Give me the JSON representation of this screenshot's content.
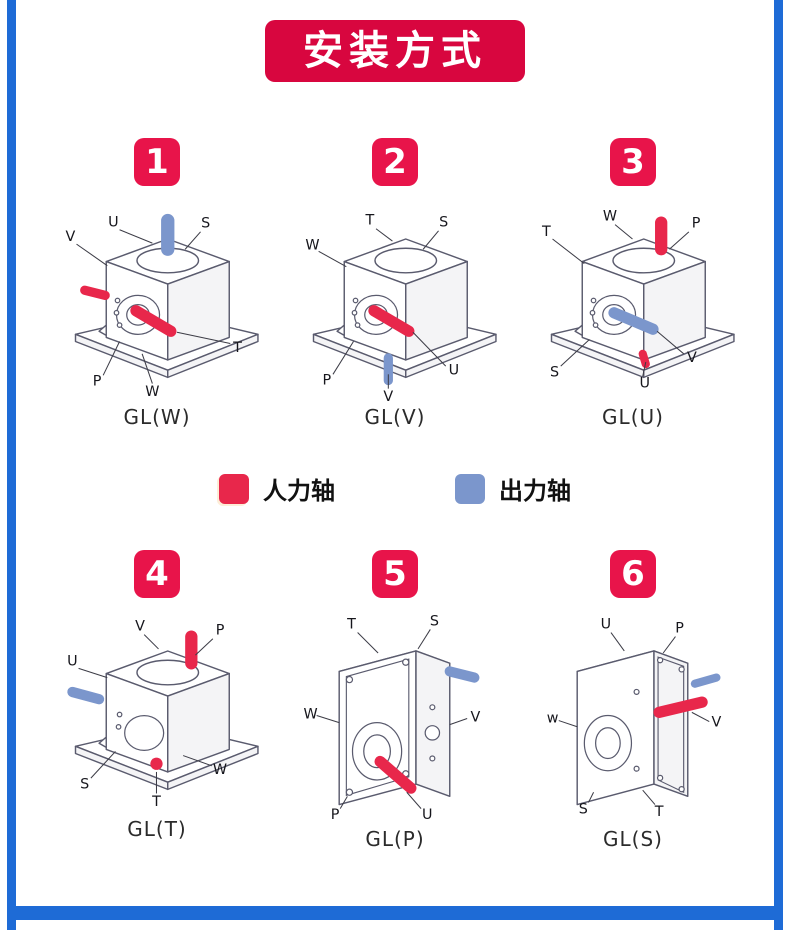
{
  "title": "安装方式",
  "legend": {
    "input_label": "人力轴",
    "output_label": "出力轴",
    "input_color": "#e8274b",
    "output_color": "#7b96cc"
  },
  "colors": {
    "banner_red": "#d8063f",
    "badge_red": "#e8144a",
    "frame_blue": "#1e6bd6"
  },
  "diagrams": [
    {
      "number": "1",
      "caption": "GL(W)",
      "labels": [
        "V",
        "U",
        "S",
        "T",
        "W",
        "P"
      ]
    },
    {
      "number": "2",
      "caption": "GL(V)",
      "labels": [
        "W",
        "T",
        "S",
        "P",
        "V",
        "U"
      ]
    },
    {
      "number": "3",
      "caption": "GL(U)",
      "labels": [
        "T",
        "W",
        "P",
        "S",
        "U",
        "V"
      ]
    },
    {
      "number": "4",
      "caption": "GL(T)",
      "labels": [
        "U",
        "V",
        "P",
        "S",
        "T",
        "W"
      ]
    },
    {
      "number": "5",
      "caption": "GL(P)",
      "labels": [
        "T",
        "S",
        "W",
        "V",
        "P",
        "U"
      ]
    },
    {
      "number": "6",
      "caption": "GL(S)",
      "labels": [
        "U",
        "P",
        "w",
        "V",
        "S",
        "T"
      ]
    }
  ]
}
